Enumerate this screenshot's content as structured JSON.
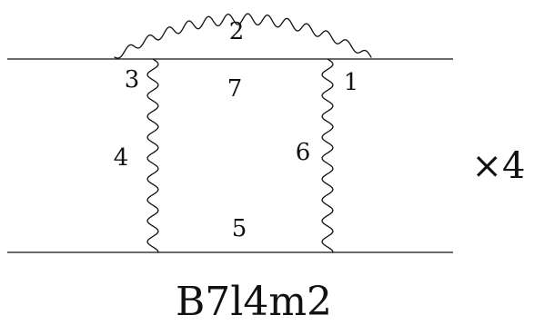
{
  "diagram": {
    "labels": {
      "l1": "1",
      "l2": "2",
      "l3": "3",
      "l4": "4",
      "l5": "5",
      "l6": "6",
      "l7": "7"
    },
    "multiplier": "×4",
    "caption": "B7l4m2"
  }
}
